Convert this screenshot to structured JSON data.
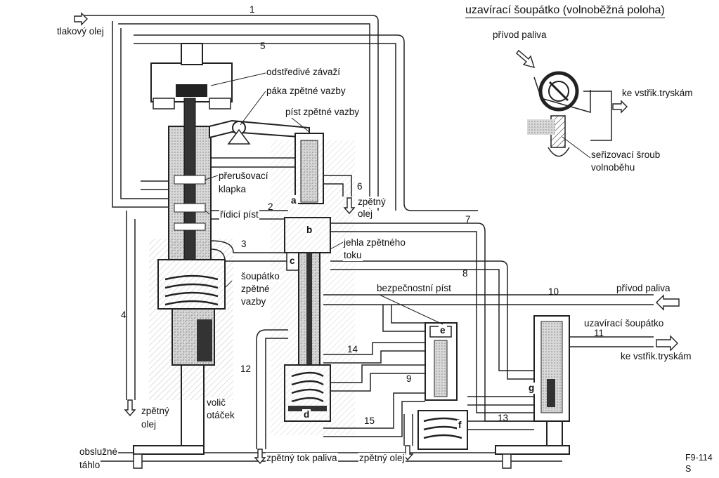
{
  "title": "uzavírací šoupátko (volnoběžná poloha)",
  "figure_code": [
    "F9-114",
    "S"
  ],
  "labels": {
    "tlakovy_olej": "tlakový olej",
    "odstredive_zavazi": "odstředivé závaží",
    "paka_zpetne_vazby": "páka zpětné vazby",
    "pist_zpetne_vazby": "píst zpětné vazby",
    "prerusovaci_klapka": [
      "přerušovací",
      "klapka"
    ],
    "ridici_pist": "řídicí píst",
    "zpetny_olej_6": [
      "zpětný",
      "olej"
    ],
    "jehla_zpetneho_toku": [
      "jehla zpětného",
      "toku"
    ],
    "soupatko_zpetne_vazby": [
      "šoupátko",
      "zpětné",
      "vazby"
    ],
    "bezpecnostni_pist": "bezpečnostní píst",
    "privod_paliva_main": "přívod paliva",
    "uzaviraci_soupatko": "uzavírací šoupátko",
    "ke_vstrik_tryskam_main": "ke vstřik.tryskám",
    "zpetny_olej_left": [
      "zpětný",
      "olej"
    ],
    "volic_otacek": [
      "volič",
      "otáček"
    ],
    "obsluzne_tahlo": [
      "obslužné",
      "táhlo"
    ],
    "zpetny_tok_paliva": "zpětný tok paliva",
    "zpetny_olej_bottom": "zpětný olej",
    "privod_paliva_inset": "přívod paliva",
    "ke_vstrik_tryskam_inset": "ke vstřik.tryskám",
    "serizovaci_sroub": [
      "seřizovací šroub",
      "volnoběhu"
    ]
  },
  "numbers": [
    "1",
    "2",
    "3",
    "4",
    "5",
    "6",
    "7",
    "8",
    "9",
    "10",
    "11",
    "12",
    "13",
    "14",
    "15"
  ],
  "letters": [
    "a",
    "b",
    "c",
    "d",
    "e",
    "f",
    "g"
  ]
}
